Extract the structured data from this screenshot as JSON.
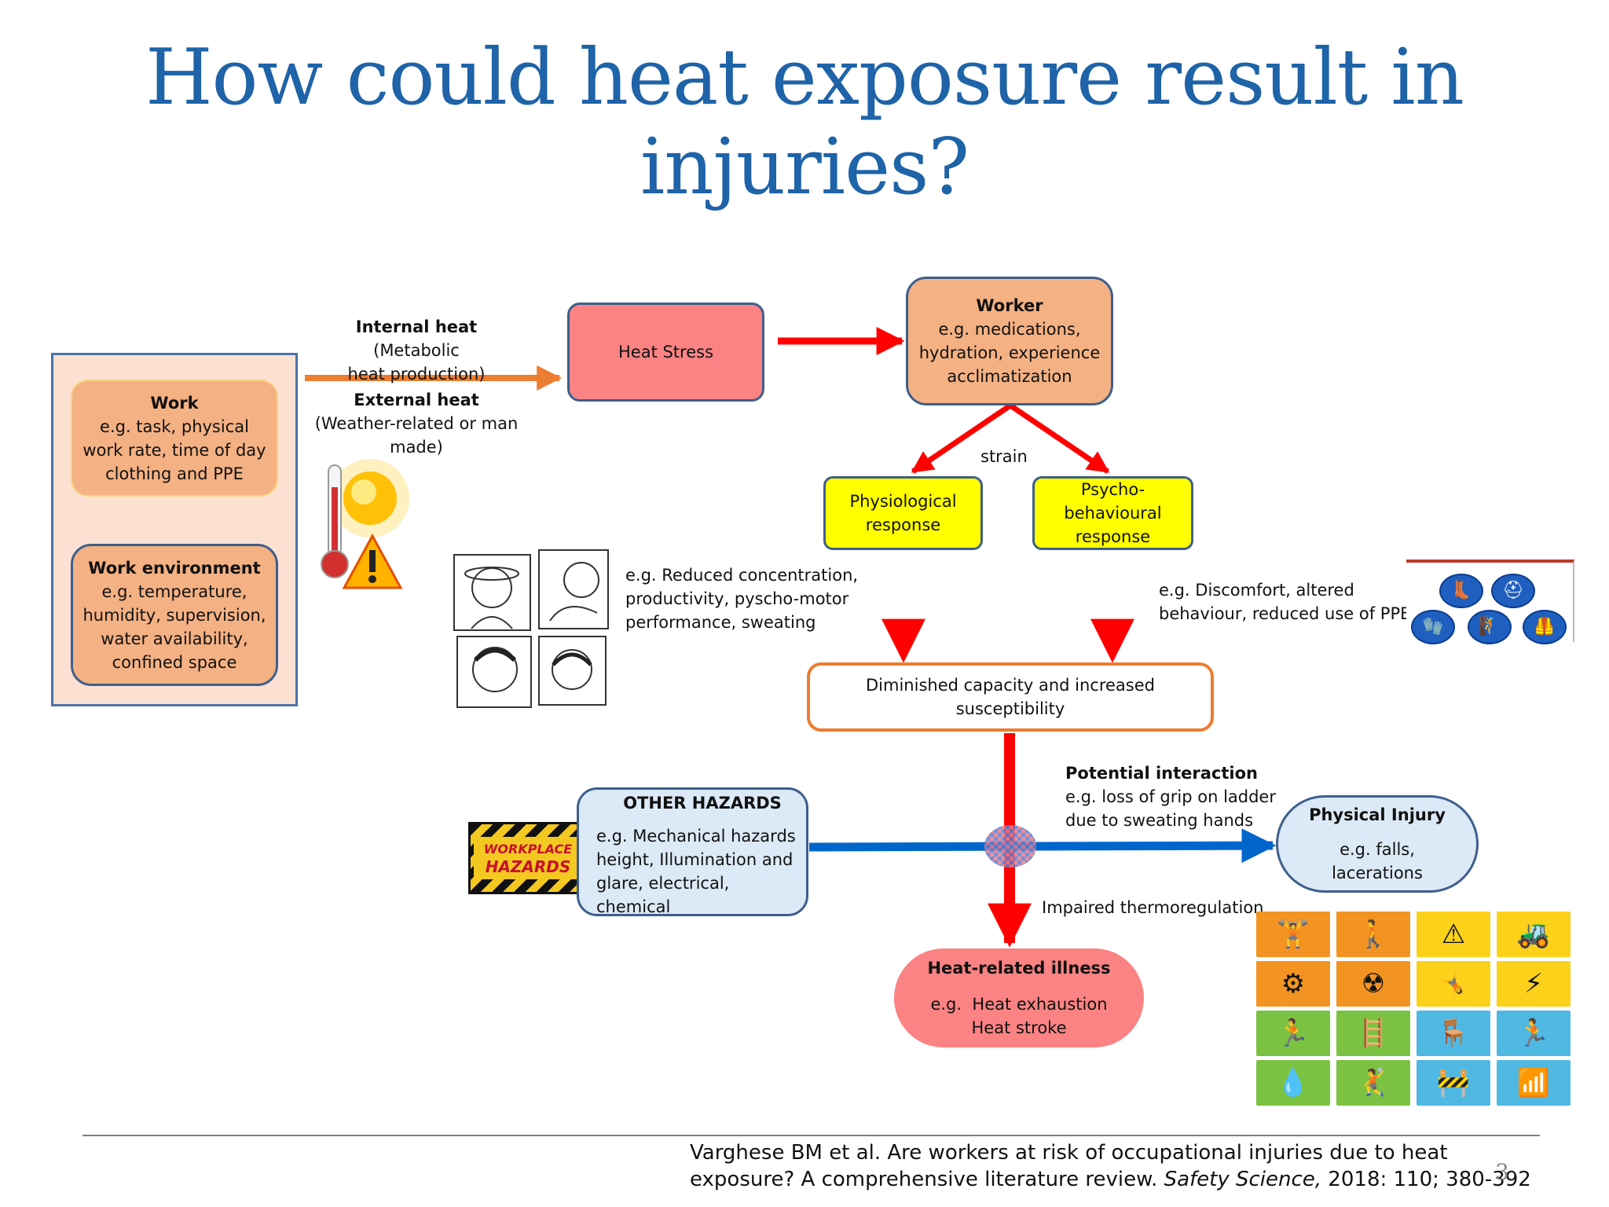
{
  "title": "How could heat exposure result in injuries?",
  "work": {
    "title": "Work",
    "lines": [
      "e.g. task, physical",
      "work rate, time of day",
      "clothing and PPE"
    ]
  },
  "work_env": {
    "title": "Work environment",
    "lines": [
      "e.g. temperature,",
      "humidity, supervision,",
      "water availability,",
      "confined space"
    ]
  },
  "internal_heat": {
    "bold": "Internal heat",
    "text1": " (Metabolic",
    "text2": "heat production)"
  },
  "external_heat": {
    "bold": "External heat",
    "text1": "(Weather-related or man",
    "text2": "made)"
  },
  "heat_stress": "Heat Stress",
  "worker": {
    "title": "Worker",
    "lines": [
      "e.g. medications,",
      "hydration, experience",
      "acclimatization"
    ]
  },
  "strain": "strain",
  "physiological": {
    "lines": [
      "Physiological",
      "response"
    ]
  },
  "psycho": {
    "lines": [
      "Psycho-",
      "behavioural",
      "response"
    ]
  },
  "physio_example": {
    "lines": [
      "e.g. Reduced concentration,",
      "productivity, pyscho-motor",
      "performance, sweating"
    ]
  },
  "psycho_example": {
    "lines": [
      "e.g. Discomfort, altered",
      "behaviour, reduced use of PPE"
    ]
  },
  "diminished": "Diminished capacity and increased susceptibility",
  "other_hazards": {
    "title": "OTHER HAZARDS",
    "lines": [
      "e.g. Mechanical hazards",
      "height, Illumination and",
      "glare, electrical, chemical"
    ]
  },
  "hazard_sign": {
    "line1": "WORKPLACE",
    "line2": "HAZARDS"
  },
  "potential": {
    "title": "Potential interaction",
    "lines": [
      "e.g. loss of grip on ladder",
      "due to sweating hands"
    ]
  },
  "physical_injury": {
    "title": "Physical Injury",
    "lines": [
      "e.g. falls,",
      "lacerations"
    ]
  },
  "impaired": "Impaired thermoregulation",
  "heat_illness": {
    "title": "Heat-related illness",
    "lines": [
      "e.g.  Heat exhaustion",
      "Heat stroke"
    ]
  },
  "citation": {
    "line1": "Varghese BM et al. Are workers at risk of occupational injuries due to heat",
    "line2a": "exposure? A comprehensive literature review. ",
    "journal": "Safety Science,",
    "line2b": " 2018: 110; 380-392"
  },
  "page_number": "3",
  "colors": {
    "title_blue": "#1f63a8",
    "orange_arrow": "#ed7d31",
    "red_arrow": "#ff0000",
    "blue_arrow": "#0066cc",
    "peach": "#f4b183",
    "pink": "#fb8383",
    "yellow": "#ffff00",
    "light_blue": "#dce9f6"
  },
  "pictogram_tiles": [
    {
      "icon": "worker-lifting-icon",
      "glyph": "🏋",
      "color": "#f39321"
    },
    {
      "icon": "worker-walking-icon",
      "glyph": "🚶",
      "color": "#f39321"
    },
    {
      "icon": "falling-object-icon",
      "glyph": "⚠",
      "color": "#fbd11a"
    },
    {
      "icon": "vehicle-icon",
      "glyph": "🚜",
      "color": "#fbd11a"
    },
    {
      "icon": "machine-icon",
      "glyph": "⚙",
      "color": "#f39321"
    },
    {
      "icon": "hazard-box-icon",
      "glyph": "☢",
      "color": "#f39321"
    },
    {
      "icon": "slip-icon",
      "glyph": "🤸",
      "color": "#fbd11a"
    },
    {
      "icon": "electric-shock-icon",
      "glyph": "⚡",
      "color": "#fbd11a"
    },
    {
      "icon": "trip-icon",
      "glyph": "🏃",
      "color": "#7cc242"
    },
    {
      "icon": "ladder-fall-icon",
      "glyph": "🪜",
      "color": "#7cc242"
    },
    {
      "icon": "chair-fall-icon",
      "glyph": "🪑",
      "color": "#4fb8e3"
    },
    {
      "icon": "run-icon",
      "glyph": "🏃",
      "color": "#4fb8e3"
    },
    {
      "icon": "wet-floor-icon",
      "glyph": "💧",
      "color": "#7cc242"
    },
    {
      "icon": "slip-fall-icon",
      "glyph": "🤾",
      "color": "#7cc242"
    },
    {
      "icon": "obstacle-trip-icon",
      "glyph": "🚧",
      "color": "#4fb8e3"
    },
    {
      "icon": "stairs-fall-icon",
      "glyph": "📶",
      "color": "#4fb8e3"
    }
  ],
  "ppe_icons": [
    {
      "icon": "safety-boots-icon",
      "glyph": "👢"
    },
    {
      "icon": "hard-hat-icon",
      "glyph": "⛑"
    },
    {
      "icon": "gloves-icon",
      "glyph": "🧤"
    },
    {
      "icon": "harness-icon",
      "glyph": "🧗"
    },
    {
      "icon": "vest-icon",
      "glyph": "🦺"
    }
  ]
}
